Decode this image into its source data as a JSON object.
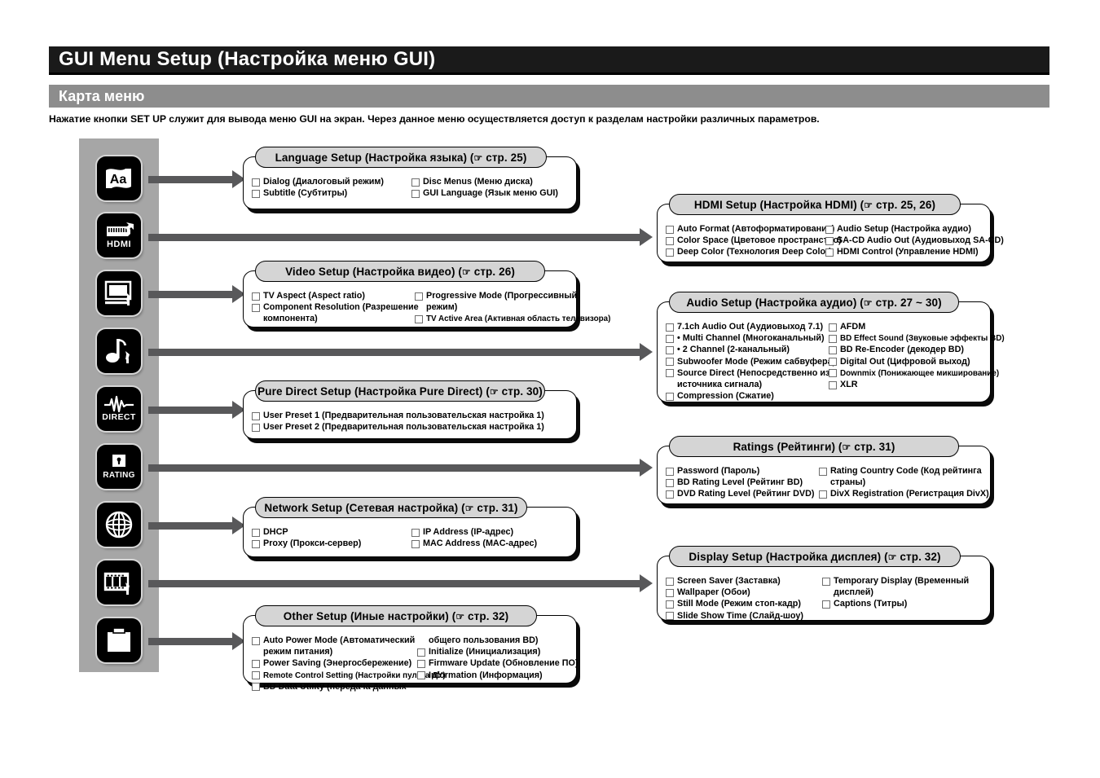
{
  "header": {
    "title": "GUI Menu Setup (Настройка меню GUI)",
    "section": "Карта меню",
    "intro": "Нажатие кнопки SET UP служит для вывода меню GUI на экран. Через данное меню осуществляется доступ к разделам настройки различных параметров.",
    "colors": {
      "title_bar": "#1a1a1a",
      "section_bar": "#8d8d8d",
      "arrow": "#58585a",
      "icon_panel": "#a6a6a6",
      "card_head": "#d5d5d5"
    }
  },
  "sidebar": {
    "items": [
      {
        "icon": "language-flag-icon",
        "label": "Aa"
      },
      {
        "icon": "hdmi-connector-icon",
        "label": "HDMI"
      },
      {
        "icon": "video-monitor-wrench-icon",
        "label": "Video"
      },
      {
        "icon": "audio-note-wrench-icon",
        "label": "Audio"
      },
      {
        "icon": "pure-direct-waveform-icon",
        "label": "DIRECT"
      },
      {
        "icon": "rating-lock-icon",
        "label": "RATING"
      },
      {
        "icon": "network-globe-icon",
        "label": "Network"
      },
      {
        "icon": "film-strip-wrench-icon",
        "label": "Display"
      },
      {
        "icon": "clipboard-icon",
        "label": "Other"
      }
    ]
  },
  "cards": [
    {
      "id": "language-setup",
      "title": "Language Setup (Настройка языка) (",
      "hand": "☞",
      "ref": " стр. 25)",
      "columns": [
        {
          "items": [
            {
              "text": "Dialog (Диалоговый режим)",
              "checkbox": true
            },
            {
              "text": "Subtitle (Субтитры)",
              "checkbox": true
            }
          ]
        },
        {
          "items": [
            {
              "text": "Disc Menus (Меню диска)",
              "checkbox": true
            },
            {
              "text": "GUI Language (Язык меню GUI)",
              "checkbox": true
            }
          ]
        }
      ]
    },
    {
      "id": "hdmi-setup",
      "title": "HDMI Setup (Настройка HDMI) (",
      "hand": "☞",
      "ref": " стр. 25, 26)",
      "columns": [
        {
          "items": [
            {
              "text": "Auto Format (Автоформатирование)",
              "checkbox": true
            },
            {
              "text": "Color Space (Цветовое пространство)",
              "checkbox": true
            },
            {
              "text": "Deep Color (Технология Deep Color)",
              "checkbox": true
            }
          ]
        },
        {
          "items": [
            {
              "text": "Audio Setup (Настройка аудио)",
              "checkbox": true
            },
            {
              "text": "SA-CD Audio Out (Аудиовыход SA-CD)",
              "checkbox": true
            },
            {
              "text": "HDMI Control (Управление HDMI)",
              "checkbox": true
            }
          ]
        }
      ]
    },
    {
      "id": "video-setup",
      "title": "Video Setup (Настройка видео) (",
      "hand": "☞",
      "ref": " стр. 26)",
      "columns": [
        {
          "items": [
            {
              "text": "TV Aspect (Aspect ratio)",
              "checkbox": true
            },
            {
              "text": "Component Resolution (Разрешение",
              "checkbox": true
            },
            {
              "text": "компонента)",
              "checkbox": false,
              "cont": true
            }
          ]
        },
        {
          "items": [
            {
              "text": "Progressive Mode (Прогрессивный",
              "checkbox": true
            },
            {
              "text": "режим)",
              "checkbox": false,
              "cont": true
            },
            {
              "text": "TV Active Area (Активная область телевизора)",
              "checkbox": true,
              "narrow": true
            }
          ]
        }
      ]
    },
    {
      "id": "audio-setup",
      "title": "Audio Setup (Настройка аудио) (",
      "hand": "☞",
      "ref": " стр. 27 ~ 30)",
      "columns": [
        {
          "items": [
            {
              "text": "7.1ch Audio Out (Аудиовыход 7.1)",
              "checkbox": true
            },
            {
              "text": "• Multi Channel (Многоканальный)",
              "checkbox": true
            },
            {
              "text": "• 2 Channel (2-канальный)",
              "checkbox": true
            },
            {
              "text": "Subwoofer Mode (Режим сабвуфера)",
              "checkbox": true
            },
            {
              "text": "Source Direct (Непосредственно из",
              "checkbox": true
            },
            {
              "text": "источника сигнала)",
              "checkbox": false,
              "cont": true
            },
            {
              "text": "Compression (Сжатие)",
              "checkbox": true
            }
          ]
        },
        {
          "items": [
            {
              "text": "AFDM",
              "checkbox": true
            },
            {
              "text": "BD Effect Sound (Звуковые эффекты BD)",
              "checkbox": true,
              "narrow": true
            },
            {
              "text": "BD Re-Encoder (декодер BD)",
              "checkbox": true
            },
            {
              "text": "Digital Out (Цифровой выход)",
              "checkbox": true
            },
            {
              "text": "Downmix (Понижающее микширование)",
              "checkbox": true,
              "narrow": true
            },
            {
              "text": "XLR",
              "checkbox": true
            }
          ]
        }
      ]
    },
    {
      "id": "pure-direct-setup",
      "title": "Pure Direct Setup (Настройка Pure Direct) (",
      "hand": "☞",
      "ref": " стр. 30)",
      "columns": [
        {
          "items": [
            {
              "text": "User Preset 1 (Предварительная пользовательская настройка 1)",
              "checkbox": true
            },
            {
              "text": "User Preset 2 (Предварительная пользовательская настройка 1)",
              "checkbox": true
            }
          ]
        }
      ]
    },
    {
      "id": "ratings",
      "title": "Ratings (Рейтинги) (",
      "hand": "☞",
      "ref": " стр. 31)",
      "columns": [
        {
          "items": [
            {
              "text": "Password (Пароль)",
              "checkbox": true
            },
            {
              "text": "BD Rating Level (Рейтинг BD)",
              "checkbox": true
            },
            {
              "text": "DVD Rating Level (Рейтинг DVD)",
              "checkbox": true
            }
          ]
        },
        {
          "items": [
            {
              "text": "Rating Country Code (Код рейтинга",
              "checkbox": true
            },
            {
              "text": "страны)",
              "checkbox": false,
              "cont": true
            },
            {
              "text": "DivX Registration (Регистрация DivX)",
              "checkbox": true
            }
          ]
        }
      ]
    },
    {
      "id": "network-setup",
      "title": "Network Setup (Сетевая настройка) (",
      "hand": "☞",
      "ref": " стр. 31)",
      "columns": [
        {
          "items": [
            {
              "text": "DHCP",
              "checkbox": true
            },
            {
              "text": "Proxy (Прокси-сервер)",
              "checkbox": true
            }
          ]
        },
        {
          "items": [
            {
              "text": "IP Address (IP-адрес)",
              "checkbox": true
            },
            {
              "text": "MAC Address (MAC-адрес)",
              "checkbox": true
            }
          ]
        }
      ]
    },
    {
      "id": "display-setup",
      "title": "Display Setup (Настройка дисплея) (",
      "hand": "☞",
      "ref": " стр. 32)",
      "columns": [
        {
          "items": [
            {
              "text": "Screen Saver (Заставка)",
              "checkbox": true
            },
            {
              "text": "Wallpaper (Обои)",
              "checkbox": true
            },
            {
              "text": "Still Mode (Режим стоп-кадр)",
              "checkbox": true
            },
            {
              "text": "Slide Show Time (Слайд-шоу)",
              "checkbox": true
            }
          ]
        },
        {
          "items": [
            {
              "text": "Temporary Display (Временный",
              "checkbox": true
            },
            {
              "text": "дисплей)",
              "checkbox": false,
              "cont": true
            },
            {
              "text": "Captions (Титры)",
              "checkbox": true
            }
          ]
        }
      ]
    },
    {
      "id": "other-setup",
      "title": "Other Setup (Иные настройки) (",
      "hand": "☞",
      "ref": " стр. 32)",
      "columns": [
        {
          "items": [
            {
              "text": "Auto Power Mode (Автоматический",
              "checkbox": true
            },
            {
              "text": "режим питания)",
              "checkbox": false,
              "cont": true
            },
            {
              "text": "Power Saving (Энергосбережение)",
              "checkbox": true
            },
            {
              "text": "Remote Control Setting (Настройки пульта ДУ)",
              "checkbox": true,
              "narrow": true
            },
            {
              "text": "BD Data Utility (передача данных",
              "checkbox": true
            }
          ]
        },
        {
          "items": [
            {
              "text": "общего пользования BD)",
              "checkbox": false,
              "cont": true
            },
            {
              "text": "Initialize (Инициализация)",
              "checkbox": true
            },
            {
              "text": "Firmware Update (Обновление ПО)",
              "checkbox": true
            },
            {
              "text": "Information (Информация)",
              "checkbox": true
            }
          ]
        }
      ]
    }
  ]
}
